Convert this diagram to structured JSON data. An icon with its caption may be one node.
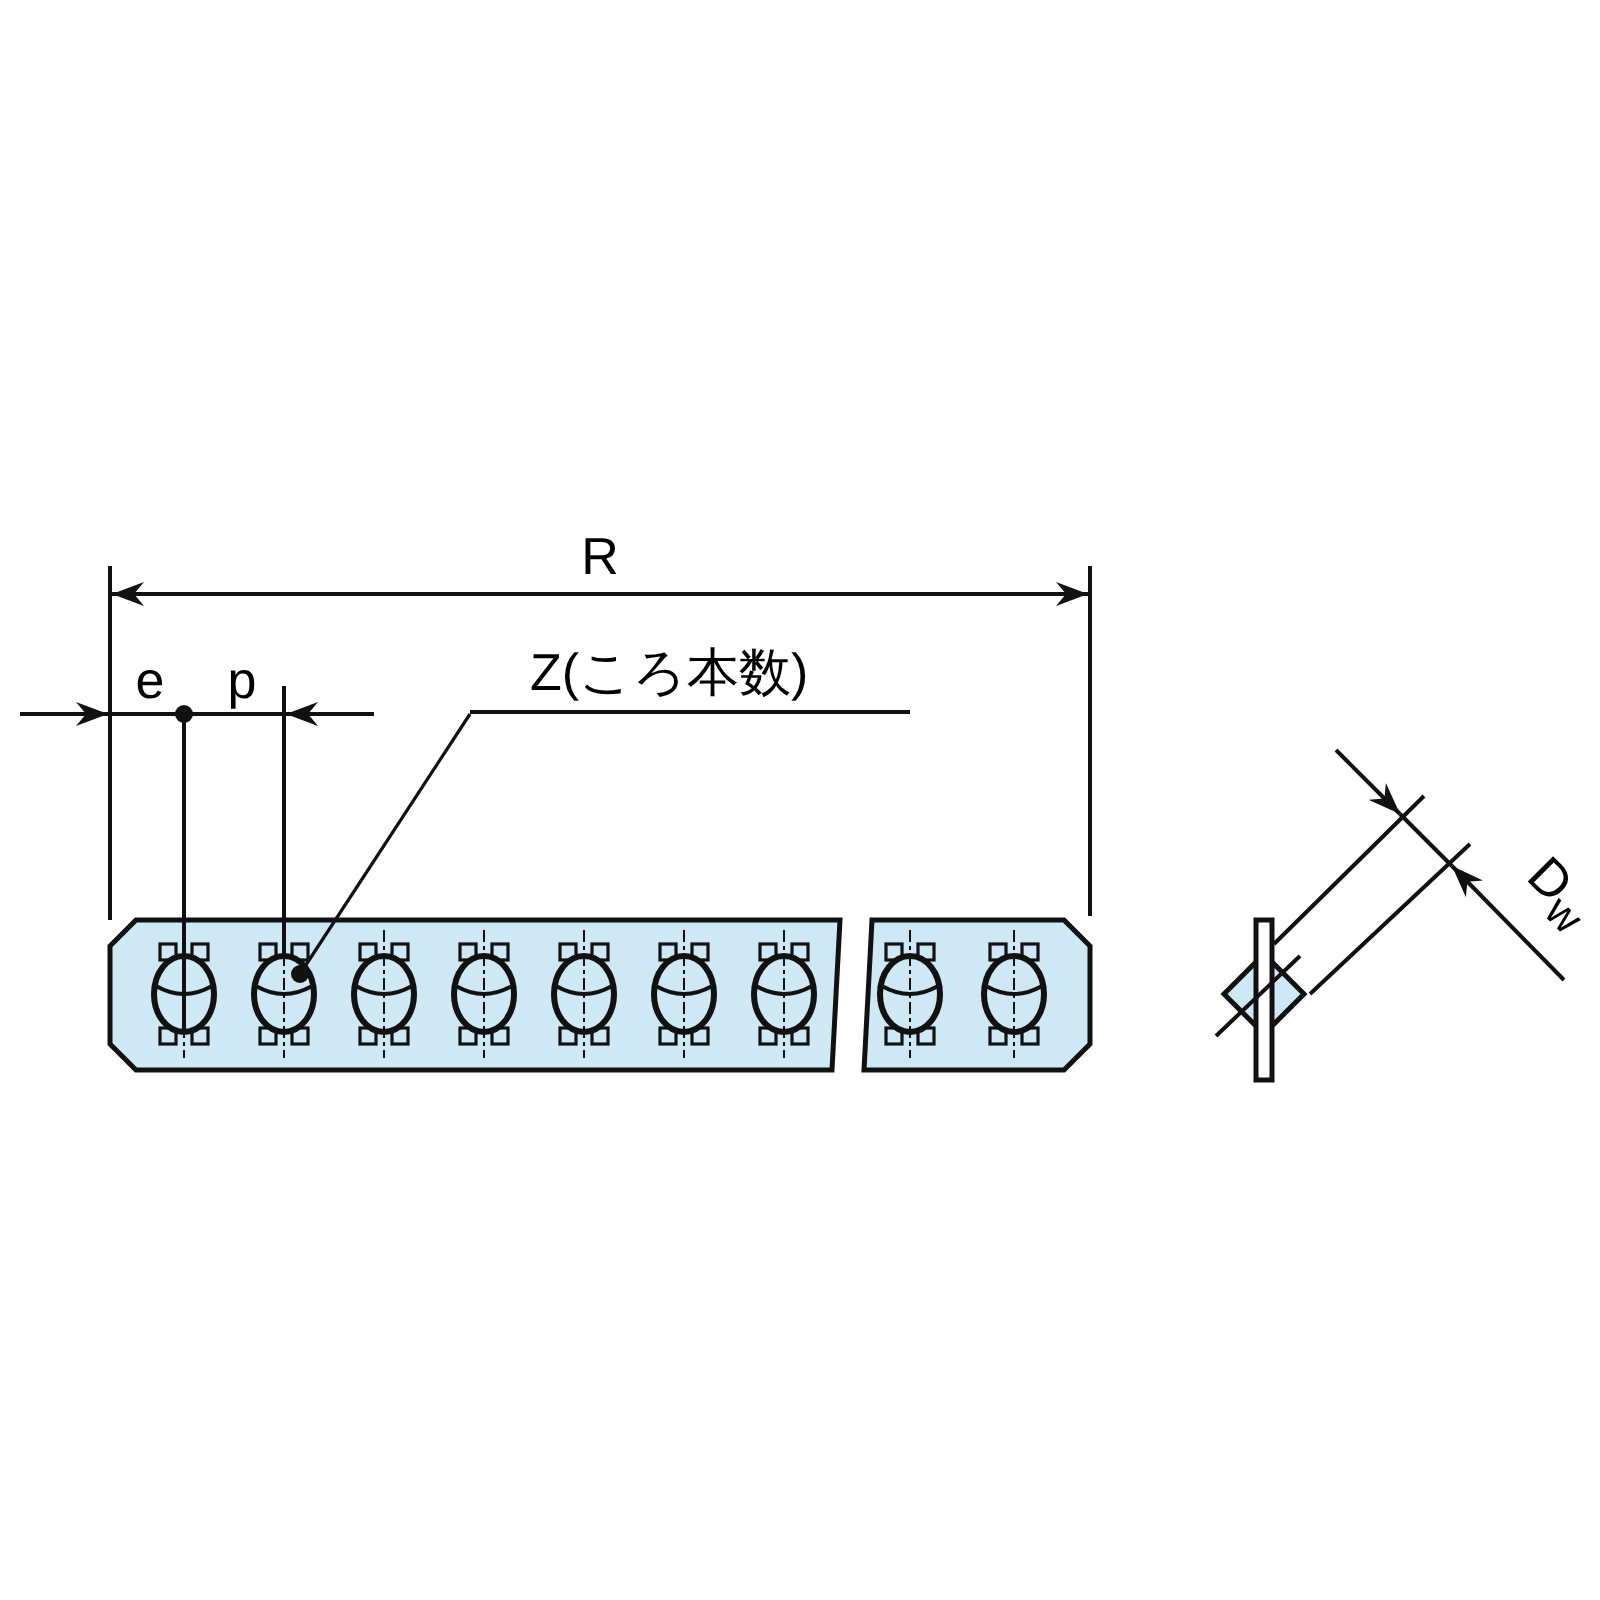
{
  "diagram": {
    "nodes": [
      {
        "text": [
          "Z(ころ本数)"
        ]
      },
      {
        "text": [],
        "shape": "picture"
      }
    ],
    "edges": [
      {
        "from": 0,
        "to": 1,
        "arrow": "other"
      }
    ],
    "labels": [
      "R",
      "e",
      "p",
      "D$_{w}$"
    ]
  }
}
